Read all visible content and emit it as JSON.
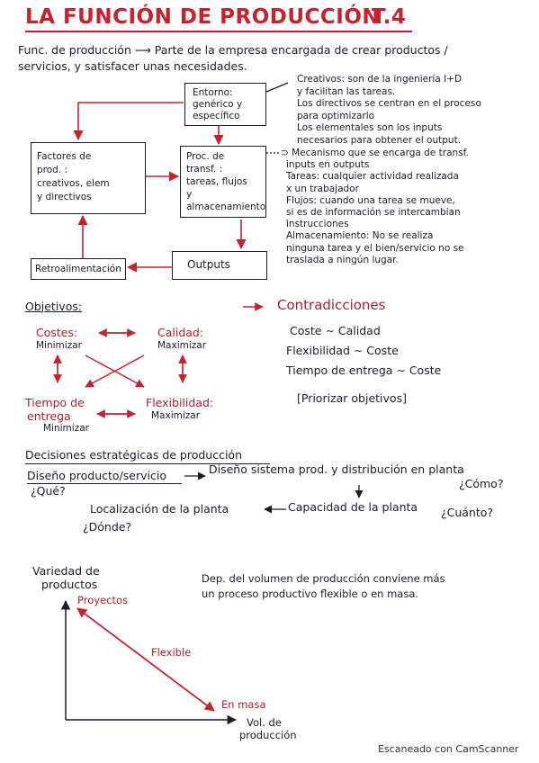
{
  "header": {
    "title": "LA FUNCIÓN DE PRODUCCIÓN",
    "topic": "T.4"
  },
  "definition": {
    "line1": "Func. de producción ⟶ Parte de la empresa encargada de crear productos /",
    "line2": "servicios, y satisfacer unas necesidades."
  },
  "diagram": {
    "entorno": [
      "Entorno:",
      "genérico y",
      "específico"
    ],
    "factores": [
      "Factores de",
      "prod. :",
      "creativos, elem",
      "y directivos"
    ],
    "proceso": [
      "Proc. de",
      "transf. :",
      "tareas, flujos",
      "y",
      "almacenamiento"
    ],
    "retro": "Retroalimentación",
    "outputs": "Outputs"
  },
  "notes_right": [
    "Creativos: son de la ingeniería I+D",
    "y facilitan las tareas.",
    "Los directivos se centran en el proceso",
    "para optimizarlo",
    "Los elementales son los inputs",
    "necesarios para obtener el output."
  ],
  "notes_process": [
    "⊃ Mecanismo que se encarga de transf.",
    "inputs en outputs",
    "Tareas: cualquier actividad realizada",
    "x un trabajador",
    "Flujos: cuando una tarea se mueve,",
    "si es de información se intercambian",
    "instrucciones",
    "Almacenamiento: No se realiza",
    "ninguna tarea y el bien/servicio no se",
    "traslada a ningún lugar."
  ],
  "objetivos": {
    "heading": "Objetivos:",
    "costes": {
      "label": "Costes:",
      "sub": "Minimizar"
    },
    "calidad": {
      "label": "Calidad:",
      "sub": "Maximizar"
    },
    "tiempo": {
      "label1": "Tiempo de",
      "label2": "entrega",
      "sub": "Minimizar"
    },
    "flexibilidad": {
      "label": "Flexibilidad:",
      "sub": "Maximizar"
    }
  },
  "contradicciones": {
    "heading": "Contradicciones",
    "items": [
      "Coste ∼ Calidad",
      "Flexibilidad ∼ Coste",
      "Tiempo de entrega ∼ Coste"
    ],
    "note": "[Priorizar objetivos]"
  },
  "decisiones": {
    "heading": "Decisiones estratégicas de producción",
    "diseno_producto": "Diseño producto/servicio",
    "que": "¿Qué?",
    "diseno_sistema": "Diseño sistema prod. y distribución en planta",
    "como": "¿Cómo?",
    "capacidad": "Capacidad de la planta",
    "cuanto": "¿Cuánto?",
    "localizacion": "Localización de la planta",
    "donde": "¿Dónde?"
  },
  "graph": {
    "ylabel1": "Variedad de",
    "ylabel2": "productos",
    "proyectos": "Proyectos",
    "flexible": "Flexible",
    "en_masa": "En masa",
    "xlabel1": "Vol. de",
    "xlabel2": "producción",
    "note1": "Dep. del volumen de producción conviene más",
    "note2": "un proceso productivo flexible o en masa."
  },
  "footer": {
    "scanner": "Escaneado con CamScanner"
  }
}
